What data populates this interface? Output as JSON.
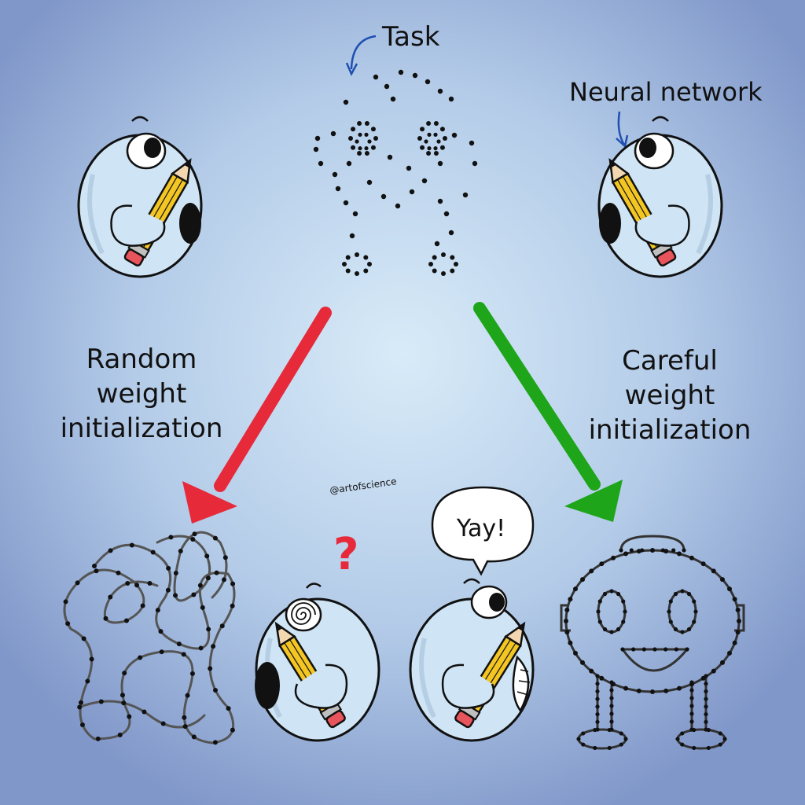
{
  "labels": {
    "task": "Task",
    "neural_network": "Neural network",
    "random_line1": "Random",
    "random_line2": "weight",
    "random_line3": "initialization",
    "careful_line1": "Careful",
    "careful_line2": "weight",
    "careful_line3": "initialization",
    "signature": "@artofscience",
    "confused_mark": "?",
    "speech": "Yay!"
  },
  "colors": {
    "bad_arrow": "#e62a3a",
    "good_arrow": "#1ea51a",
    "pointer_arrow": "#1f4fb0",
    "character_body": "#cfe4f4",
    "pencil_body": "#f3c623",
    "pencil_eraser": "#e8545c"
  }
}
